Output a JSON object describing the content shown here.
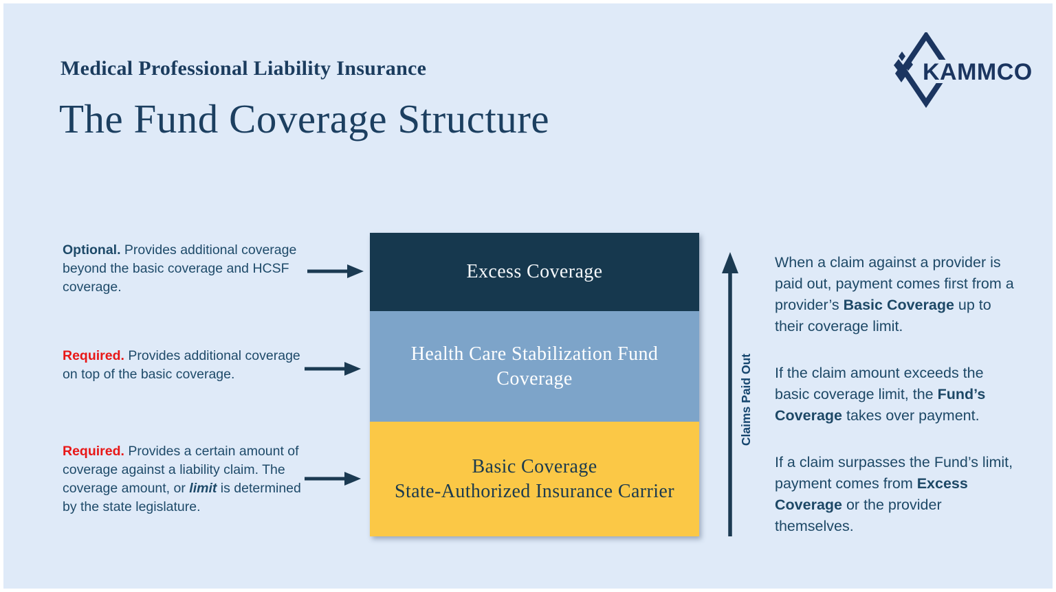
{
  "header": {
    "eyebrow": "Medical Professional Liability Insurance",
    "title": "The Fund Coverage Structure"
  },
  "logo": {
    "text": "KAMMCO"
  },
  "colors": {
    "background": "#dfeaf8",
    "excess_band": "#16384e",
    "hcsf_band": "#7da4c9",
    "basic_band": "#fbc846",
    "title_navy": "#1c3f60",
    "body_text": "#1d4866",
    "required_red": "#e81717",
    "arrow_navy": "#1b3a52"
  },
  "diagram": {
    "layers": [
      {
        "name": "excess-coverage",
        "lines": [
          "Excess Coverage",
          ""
        ],
        "color": "#16384e"
      },
      {
        "name": "hcsf-coverage",
        "lines": [
          "Health Care Stabilization Fund",
          "Coverage"
        ],
        "color": "#7da4c9"
      },
      {
        "name": "basic-coverage",
        "lines": [
          "Basic Coverage",
          "State-Authorized Insurance Carrier"
        ],
        "color": "#fbc846"
      }
    ]
  },
  "annotations": [
    {
      "runs": [
        {
          "t": "Optional. ",
          "b": true
        },
        {
          "t": "Provides additional coverage beyond the basic coverage and HCSF coverage."
        }
      ]
    },
    {
      "runs": [
        {
          "t": "Required. ",
          "b": true,
          "c": "#e81717"
        },
        {
          "t": "Provides additional coverage on top of the basic coverage."
        }
      ]
    },
    {
      "runs": [
        {
          "t": "Required. ",
          "b": true,
          "c": "#e81717"
        },
        {
          "t": "Provides a certain amount of coverage against a liability claim. The coverage amount, or "
        },
        {
          "t": "limit",
          "b": true,
          "i": true
        },
        {
          "t": " is determined by the state legislature."
        }
      ]
    }
  ],
  "flow_arrow": {
    "label": "Claims Paid Out"
  },
  "right_column": {
    "paragraphs": [
      {
        "runs": [
          {
            "t": "When a claim against a provider is paid out, payment comes first from a provider’s "
          },
          {
            "t": "Basic Coverage",
            "b": true
          },
          {
            "t": " up to their coverage limit."
          }
        ]
      },
      {
        "runs": [
          {
            "t": "If the claim amount exceeds the basic coverage limit, the "
          },
          {
            "t": "Fund’s Coverage",
            "b": true
          },
          {
            "t": " takes over payment."
          }
        ]
      },
      {
        "runs": [
          {
            "t": "If a claim surpasses the Fund’s limit, payment comes from "
          },
          {
            "t": "Excess Coverage",
            "b": true
          },
          {
            "t": " or the provider themselves."
          }
        ]
      }
    ]
  }
}
